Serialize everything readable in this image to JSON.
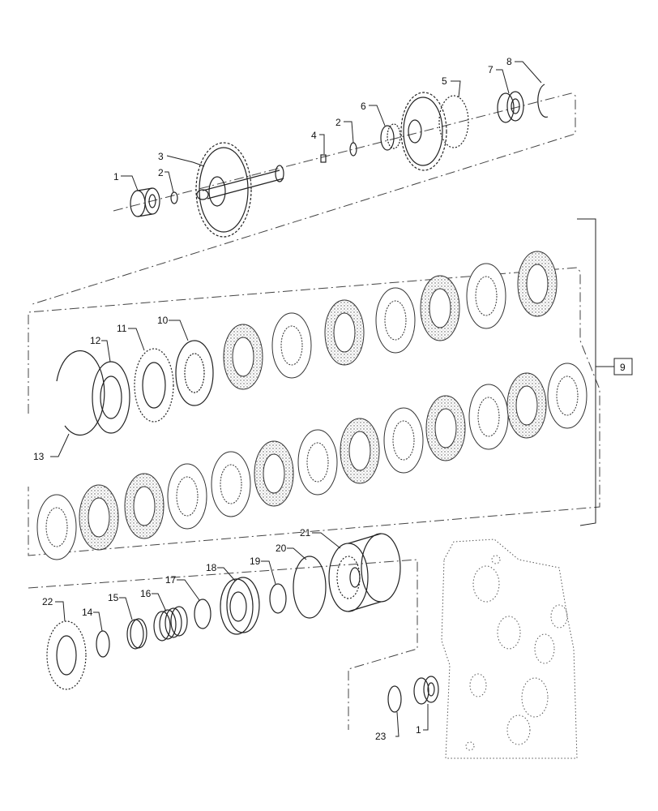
{
  "callouts": {
    "c1a": "1",
    "c2a": "2",
    "c3": "3",
    "c4": "4",
    "c2b": "2",
    "c6": "6",
    "c5": "5",
    "c7": "7",
    "c8": "8",
    "c9": "9",
    "c10": "10",
    "c11": "11",
    "c12": "12",
    "c13": "13",
    "c14": "14",
    "c15": "15",
    "c16": "16",
    "c17": "17",
    "c18": "18",
    "c19": "19",
    "c20": "20",
    "c21": "21",
    "c22": "22",
    "c23": "23",
    "c1b": "1"
  }
}
